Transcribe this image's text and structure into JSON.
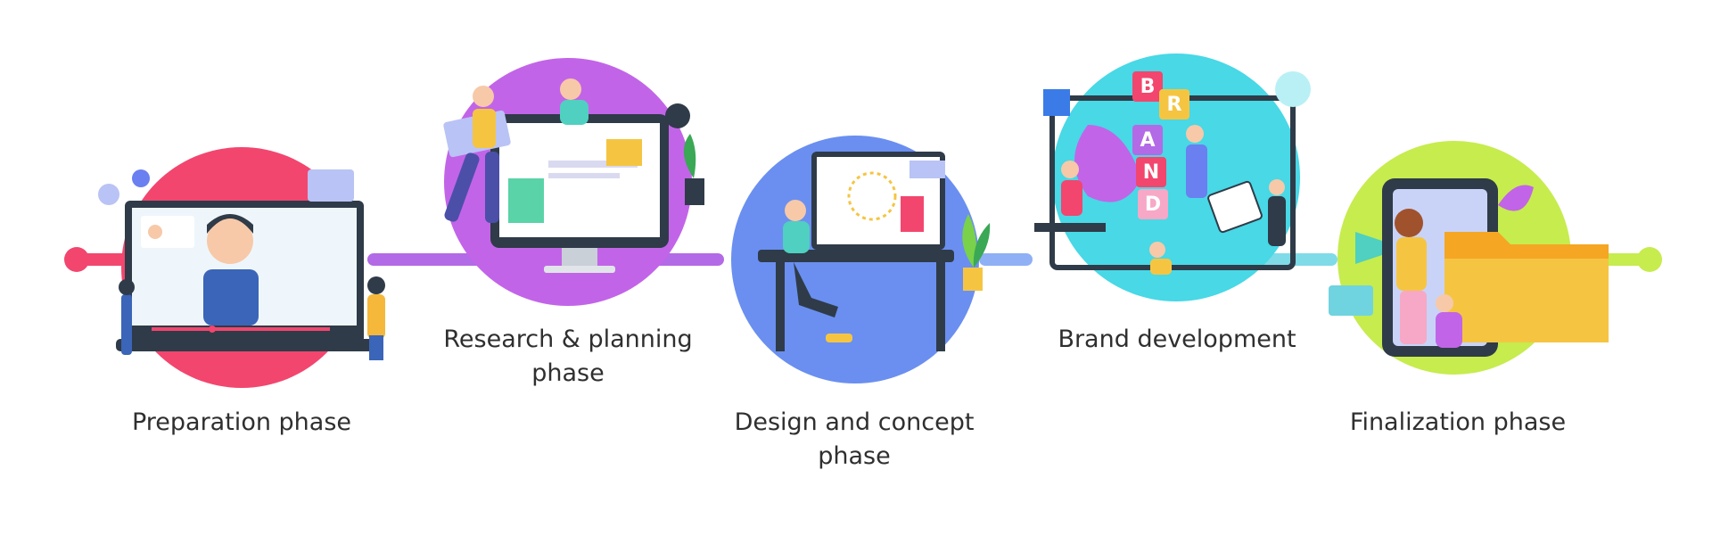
{
  "phases": [
    {
      "label": "Preparation phase",
      "color": "#f2466e",
      "icon": "video-call-icon"
    },
    {
      "label": "Research & planning phase",
      "color": "#c264e8",
      "icon": "web-analytics-icon"
    },
    {
      "label": "Design and concept phase",
      "color": "#6a8ff0",
      "icon": "designer-desk-icon"
    },
    {
      "label": "Brand development",
      "color": "#48d8e6",
      "icon": "brand-blocks-icon"
    },
    {
      "label": "Finalization phase",
      "color": "#c6ec4e",
      "icon": "folder-megaphone-icon"
    }
  ],
  "brand_blocks": [
    "B",
    "R",
    "A",
    "N",
    "D"
  ],
  "connector_colors": {
    "start": "#f2466e",
    "research": "#b36ae6",
    "design": "#6a8ff0",
    "brand": "#7fdbe8",
    "end": "#c6ec4e"
  }
}
